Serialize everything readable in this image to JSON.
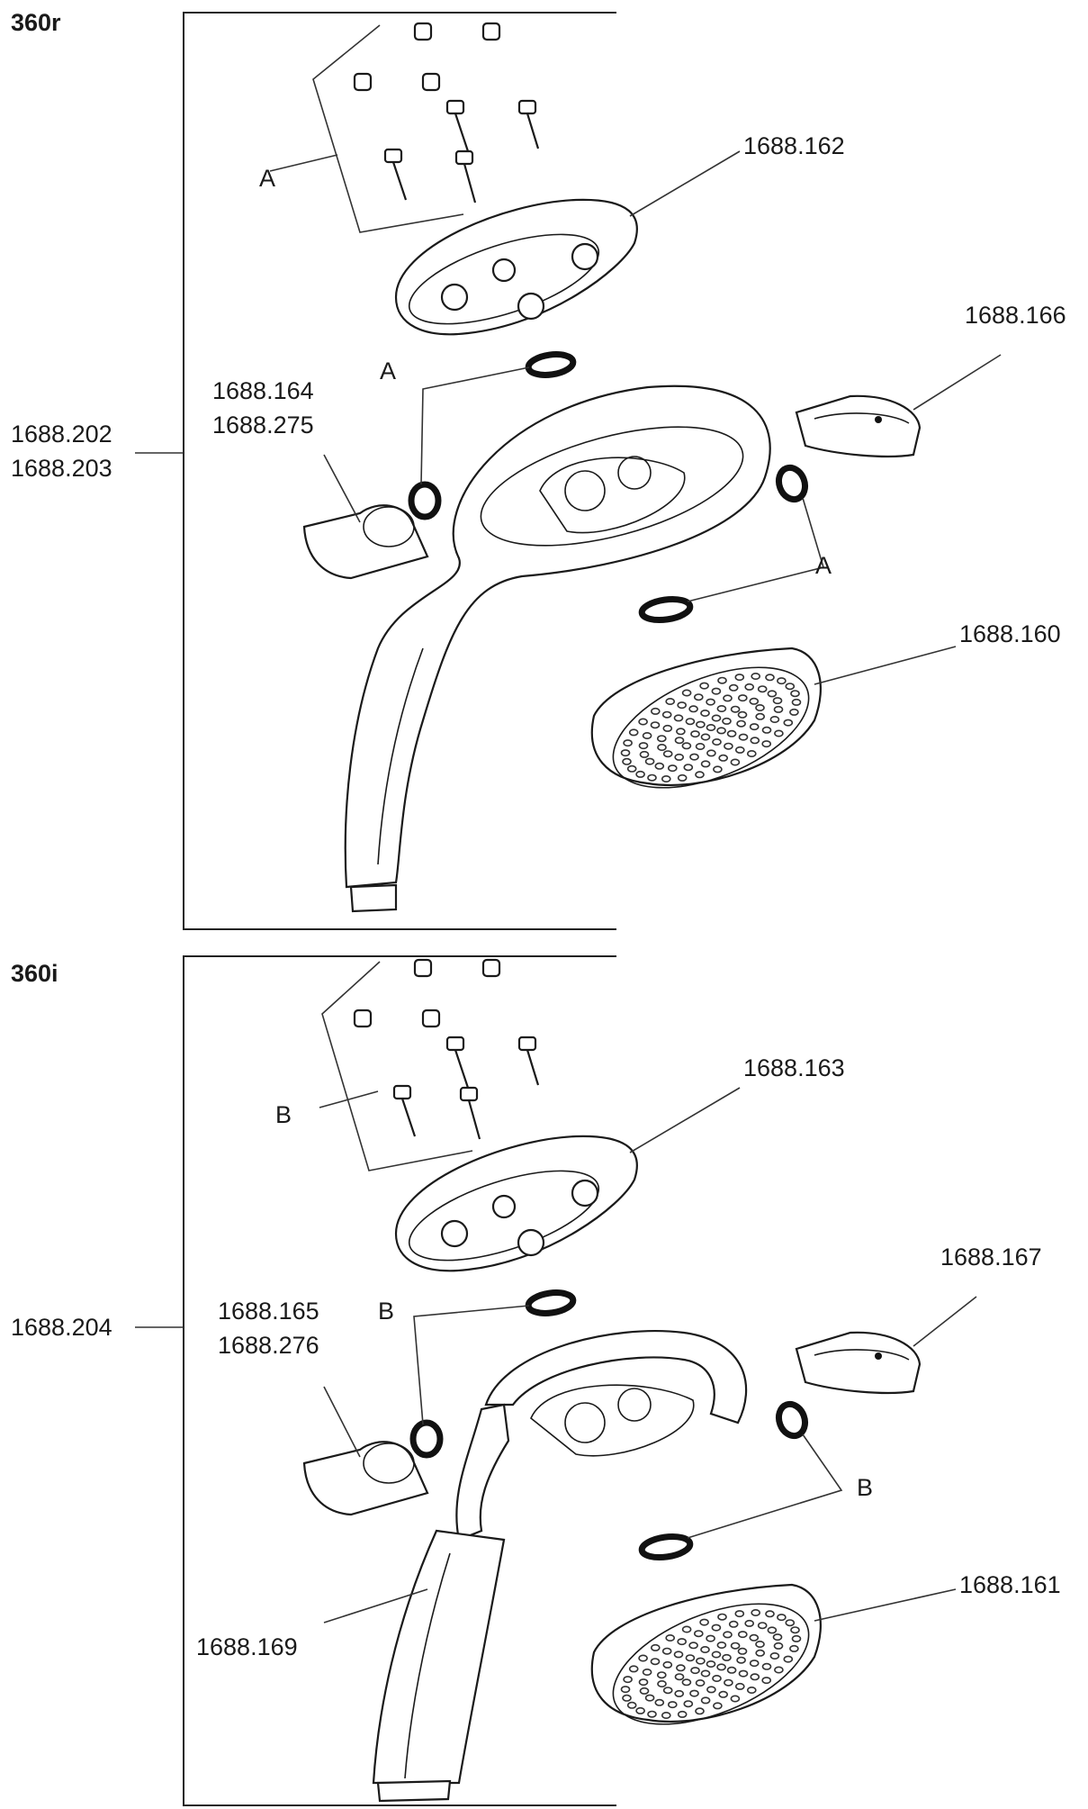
{
  "sections": [
    {
      "model": "360r",
      "assembly": [
        "1688.202",
        "1688.203"
      ],
      "parts": {
        "backplate": "1688.162",
        "cap": "1688.166",
        "connector": [
          "1688.164",
          "1688.275"
        ],
        "spray_face": "1688.160"
      },
      "kit_letter": "A"
    },
    {
      "model": "360i",
      "assembly": [
        "1688.204"
      ],
      "parts": {
        "backplate": "1688.163",
        "cap": "1688.167",
        "connector": [
          "1688.165",
          "1688.276"
        ],
        "spray_face": "1688.161",
        "handle_sleeve": "1688.169"
      },
      "kit_letter": "B"
    }
  ]
}
